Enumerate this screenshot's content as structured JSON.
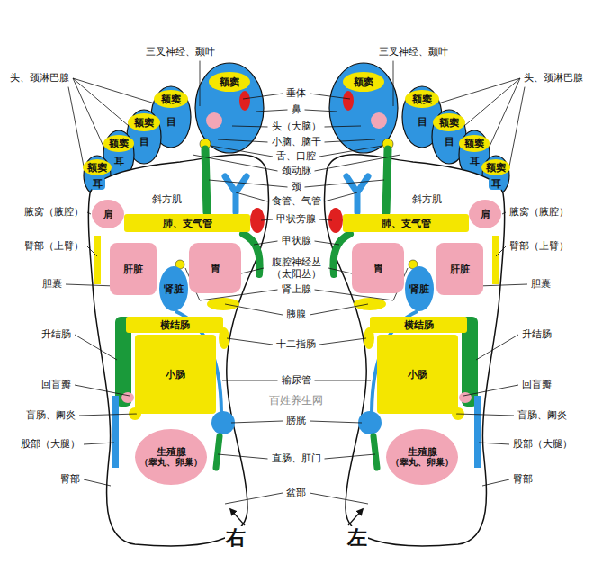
{
  "diagram": {
    "nodes": [
      {
        "text": [
          "额窦"
        ]
      },
      {
        "text": [
          "额窦"
        ]
      },
      {
        "text": [
          "目"
        ]
      },
      {
        "text": [
          "额窦"
        ]
      },
      {
        "text": [
          "目"
        ]
      },
      {
        "text": [
          "额窦"
        ]
      },
      {
        "text": [
          "耳"
        ]
      },
      {
        "text": [
          "额窦"
        ]
      },
      {
        "text": [
          "耳"
        ]
      },
      {
        "text": [
          "肩"
        ]
      },
      {
        "text": [
          "肺、支气管"
        ]
      },
      {
        "text": [
          "肝脏"
        ]
      },
      {
        "text": [
          "胃"
        ]
      },
      {
        "text": [
          "肾脏"
        ]
      },
      {
        "text": [
          "横结肠"
        ]
      },
      {
        "text": [
          "小肠"
        ]
      },
      {
        "text": [
          "生殖腺",
          "（睾丸、卵巢）"
        ]
      },
      {
        "text": [
          "额窦"
        ]
      },
      {
        "text": [
          "额窦"
        ]
      },
      {
        "text": [
          "目"
        ]
      },
      {
        "text": [
          "额窦"
        ]
      },
      {
        "text": [
          "目"
        ]
      },
      {
        "text": [
          "额窦"
        ]
      },
      {
        "text": [
          "耳"
        ]
      },
      {
        "text": [
          "额窦"
        ]
      },
      {
        "text": [
          "耳"
        ]
      },
      {
        "text": [
          "肩"
        ]
      },
      {
        "text": [
          "肺、支气管"
        ]
      },
      {
        "text": [
          "肝脏"
        ]
      },
      {
        "text": [
          "胃"
        ]
      },
      {
        "text": [
          "肾脏"
        ]
      },
      {
        "text": [
          "横结肠"
        ]
      },
      {
        "text": [
          "小肠"
        ]
      },
      {
        "text": [
          "生殖腺",
          "（睾丸、卵巢）"
        ]
      }
    ],
    "labels": [
      "三叉神经、颞叶",
      "三叉神经、颞叶",
      "头、颈淋巴腺",
      "头、颈淋巴腺",
      "垂体",
      "鼻",
      "头（大脑）",
      "小脑、脑干",
      "舌、口腔",
      "颈动脉",
      "颈",
      "食管、气管",
      "甲状旁腺",
      "腋窝（腋腔）",
      "腋窝（腋腔）",
      "斜方肌",
      "斜方肌",
      "臂部（上臂）",
      "臂部（上臂）",
      "甲状腺",
      "腹腔神经丛 （太阳丛）",
      "胆囊",
      "胆囊",
      "肾上腺",
      "胰腺",
      "十二指肠",
      "升结肠",
      "升结肠",
      "输尿管",
      "回盲瓣",
      "回盲瓣",
      "盲肠、阑炎",
      "盲肠、阑炎",
      "膀胱",
      "股部（大腿）",
      "股部（大腿）",
      "直肠、肛门",
      "臀部",
      "臀部",
      "盆部",
      "右",
      "左",
      "百姓养生网"
    ]
  }
}
